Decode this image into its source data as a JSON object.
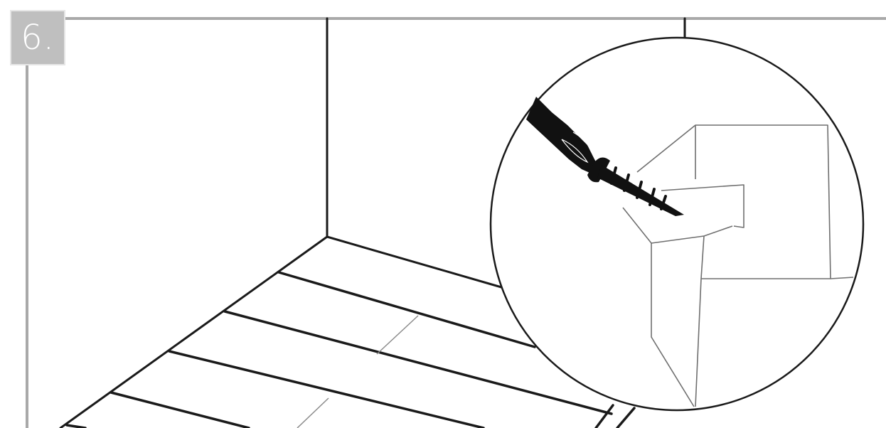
{
  "step": {
    "number": "6."
  },
  "colors": {
    "frame": "#a9a9a9",
    "line": "#1a1a1a",
    "detail": "#6f6f6f",
    "badge_bg": "#bfbfbf",
    "badge_text": "#ffffff"
  },
  "illustration": {
    "subject": "room-corner-with-floor-planks",
    "detail": "magnified-circle-screwdriver-driving-screw-into-skirting-bracket"
  }
}
